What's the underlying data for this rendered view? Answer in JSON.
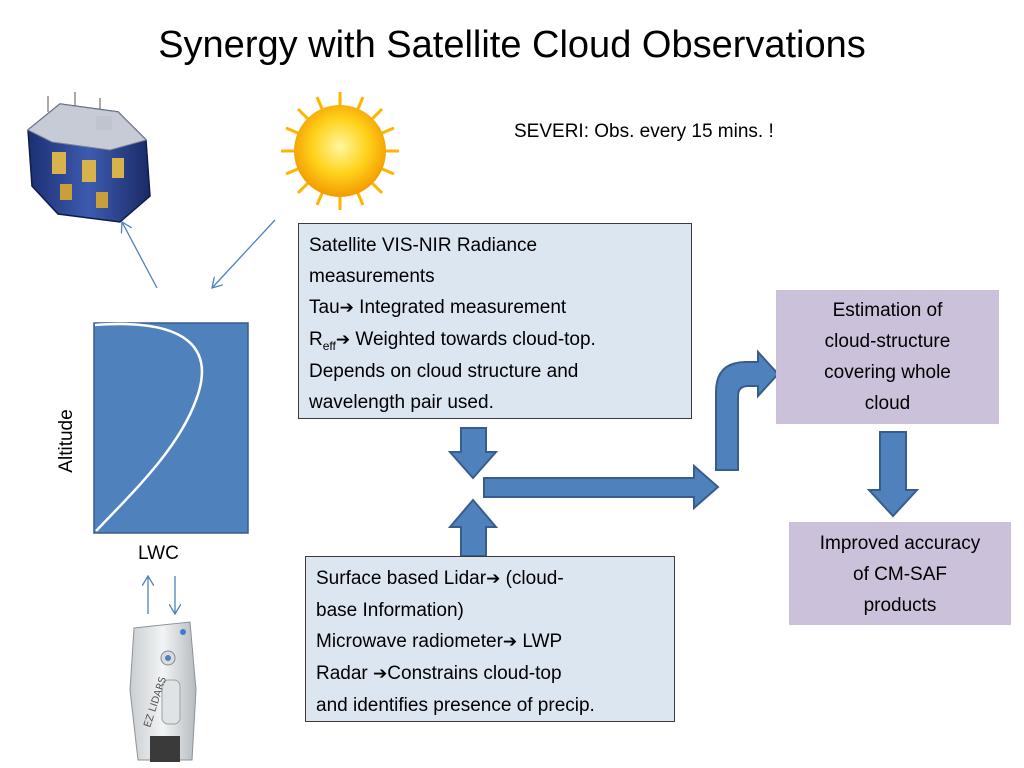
{
  "title": "Synergy with Satellite Cloud Observations",
  "severi_note": "SEVERI: Obs. every 15 mins. !",
  "satellite_box": {
    "line1": "Satellite VIS-NIR Radiance",
    "line2": "measurements",
    "tau_label": "Tau",
    "tau_text": " Integrated measurement",
    "reff_label": "R",
    "reff_sub": "eff",
    "reff_text": " Weighted towards cloud-top.",
    "line5": "Depends on cloud structure and",
    "line6": "wavelength pair used."
  },
  "surface_box": {
    "lidar_label": "Surface based Lidar",
    "lidar_text": " (cloud-",
    "lidar_text2": "base Information)",
    "mwr_label": "Microwave radiometer",
    "mwr_text": " LWP",
    "radar_label": "Radar ",
    "radar_text": "Constrains cloud-top",
    "radar_text2": "and identifies presence of precip."
  },
  "estimation_box": {
    "line1": "Estimation of",
    "line2": "cloud-structure",
    "line3": "covering whole",
    "line4": "cloud"
  },
  "improved_box": {
    "line1": "Improved accuracy",
    "line2": "of CM-SAF",
    "line3": "products"
  },
  "profile_plot": {
    "y_label": "Altitude",
    "x_label": "LWC"
  },
  "lidar_device": {
    "brand_text": "EZ LIDARS"
  },
  "icons": {
    "arrow_glyph": "➔",
    "satellite": "satellite-icon",
    "sun": "sun-icon",
    "lidar": "lidar-device-icon"
  },
  "colors": {
    "arrow_fill": "#4f81bd",
    "arrow_stroke": "#385d8a",
    "blue_box": "#dce6f1",
    "purple_box": "#ccc1da",
    "profile_fill": "#4f81bd"
  }
}
